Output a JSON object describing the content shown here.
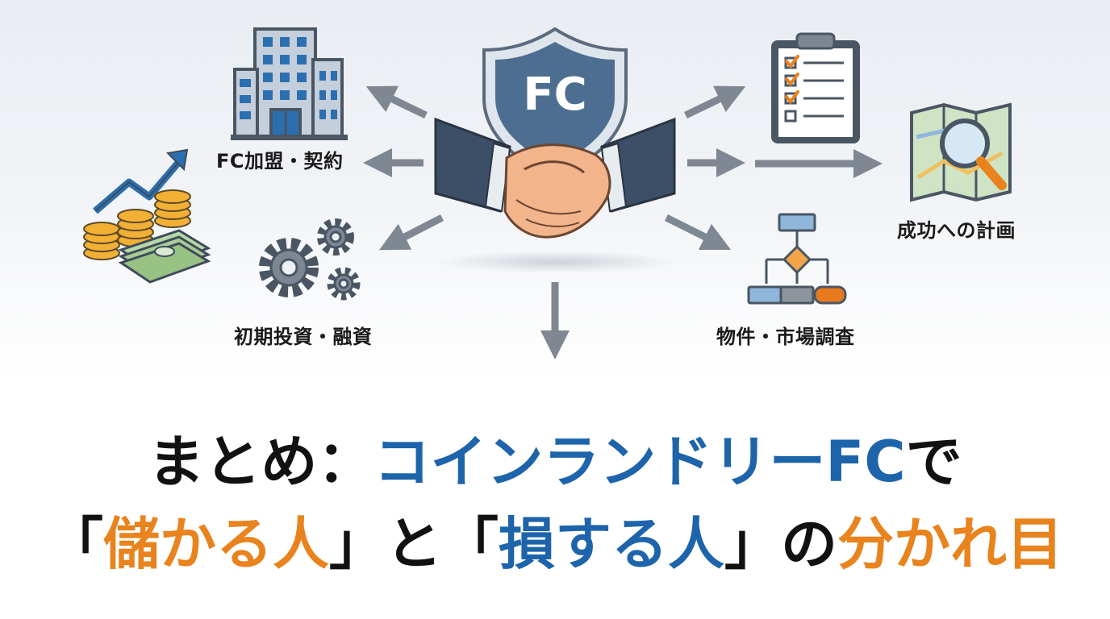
{
  "center": {
    "badge": "FC"
  },
  "labels": {
    "contract": "FC加盟・契約",
    "investment": "初期投資・融資",
    "survey": "物件・市場調査",
    "plan": "成功への計画"
  },
  "headline": {
    "line1": [
      {
        "text": "まとめ：",
        "color": "black"
      },
      {
        "text": "コインランドリーFC",
        "color": "blue"
      },
      {
        "text": "で",
        "color": "black"
      }
    ],
    "line2": [
      {
        "text": "「",
        "color": "black"
      },
      {
        "text": "儲かる人",
        "color": "orange"
      },
      {
        "text": "」と「",
        "color": "black"
      },
      {
        "text": "損する人",
        "color": "blue"
      },
      {
        "text": "」の",
        "color": "black"
      },
      {
        "text": "分かれ目",
        "color": "orange"
      }
    ]
  },
  "colors": {
    "black": "#111111",
    "blue": "#1d64ab",
    "orange": "#e8831e",
    "arrow": "#7f8892",
    "shield": "#4d6e91",
    "icon_dark": "#4a5663"
  },
  "icons": [
    "office-building-icon",
    "growth-chart-icon",
    "coins-icon",
    "cash-stack-icon",
    "gears-icon",
    "shield-icon",
    "handshake-icon",
    "clipboard-checklist-icon",
    "map-magnifier-icon",
    "flowchart-icon"
  ]
}
